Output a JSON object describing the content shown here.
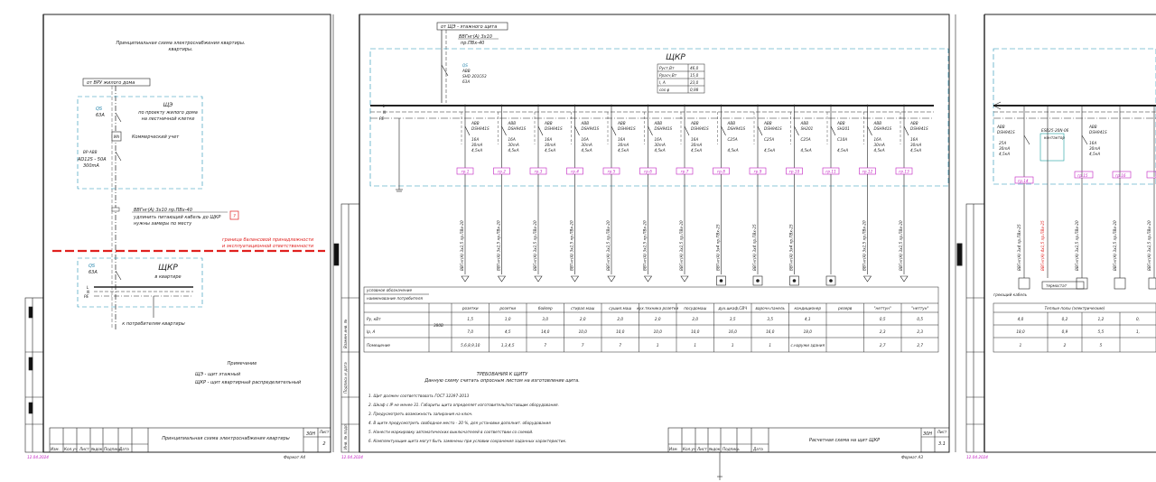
{
  "colors": {
    "line": "#222222",
    "dash_blue": "#1f8fb5",
    "magenta": "#c21fc2",
    "red": "#e0201e",
    "teal": "#1aa0a0"
  },
  "sheet1": {
    "title": "Принципиальная схема электроснабжения квартиры.",
    "from_label": "от ВРУ жилого дома",
    "qs1": "QS",
    "qs1_rating": "63А",
    "she_desc1": "по проекту жилого дома",
    "she_desc2": "на лестничной клетке",
    "she_title": "ЩЭ",
    "meter_label": "Wh",
    "meter_note": "Коммерческий учет",
    "rcd_brand": "ВР-АВВ",
    "rcd_model": "AD12S - 50А",
    "rcd_ma": "300mA",
    "cable": "ВВГнг(А)   3х10   пр.ПВх-40",
    "cable_note1": "удлинить питающий кабель до ЩКР",
    "cable_note2": "нужны замеры по месту",
    "question": "?",
    "boundary1": "граница балансовой принадлежности",
    "boundary2": "и эксплуатационной ответственности",
    "shkr_title": "ЩКР",
    "shkr_sub": "в квартире",
    "qs2": "QS",
    "qs2_rating": "63А",
    "bus_L": "L",
    "bus_N": "N",
    "bus_PE": "PE",
    "to_consumers": "к потребителям квартиры",
    "notes_title": "Примечание",
    "note1": "ЩЭ - щит этажный",
    "note2": "ЩКР - щит квартирный распределительный",
    "stamp_code": "30Н",
    "stamp_sheet_lbl": "Лист",
    "stamp_sheet": "2",
    "stamp_title": "Принципиальная схема электроснабжения квартиры",
    "stamp_cols": [
      "Изм.",
      "Кол.уч",
      "Лист",
      "№док.",
      "Подпись",
      "Дата"
    ],
    "format": "Формат А4",
    "date": "12.04.2024"
  },
  "sheet2": {
    "from_label": "от ЩЭ - этажного щита",
    "cable1": "ВВГнг(А)   3х10",
    "cable2": "пр.ПВх-40",
    "qs": "QS",
    "qs_brand": "АВВ",
    "qs_model": "SHD 201С63",
    "qs_rating": "63А",
    "shkr": "ЩКР",
    "params": [
      [
        "Руст,Вт",
        "46,0"
      ],
      [
        "Ррасч,Вт",
        "15,0"
      ],
      [
        "I, А",
        "23,0"
      ],
      [
        "cos φ",
        "0,98"
      ]
    ],
    "bus_L": "L",
    "bus_N": "N",
    "bus_PE": "PE",
    "groups": [
      "гр.1",
      "гр.2",
      "гр.3",
      "гр.4",
      "гр.5",
      "гр.6",
      "гр.7",
      "гр.8",
      "гр.9",
      "гр.10",
      "гр.11",
      "гр.12",
      "гр.13"
    ],
    "breakers": [
      [
        "АВВ",
        "DSH941S",
        "16А",
        "30mA",
        "4,5кА"
      ],
      [
        "АВВ",
        "DSH941S",
        "16А",
        "30mA",
        "4,5кА"
      ],
      [
        "АВВ",
        "DSH941S",
        "16А",
        "30mA",
        "4,5кА"
      ],
      [
        "АВВ",
        "DSH941S",
        "16А",
        "30mA",
        "4,5кА"
      ],
      [
        "АВВ",
        "DSH941S",
        "16А",
        "30mA",
        "4,5кА"
      ],
      [
        "АВВ",
        "DSH941S",
        "16А",
        "30mA",
        "4,5кА"
      ],
      [
        "АВВ",
        "DSH941S",
        "16А",
        "30mA",
        "4,5кА"
      ],
      [
        "АВВ",
        "DSH941S",
        "С25А",
        "",
        "4,5кА"
      ],
      [
        "АВВ",
        "DSH941S",
        "С25А",
        "",
        "4,5кА"
      ],
      [
        "АВВ",
        "SH201",
        "С25А",
        "",
        "4,5кА"
      ],
      [
        "АВВ",
        "SH201",
        "С10А",
        "",
        "4,5кА"
      ],
      [
        "АВВ",
        "DSH941S",
        "16А",
        "30mA",
        "4,5кА"
      ],
      [
        "АВВ",
        "DSH941S",
        "16А",
        "30mA",
        "4,5кА"
      ]
    ],
    "cables": [
      "ВВГнг(А) 3х2,5 пр.ПВх-20",
      "ВВГнг(А) 3х2,5 пр.ПВх-20",
      "ВВГнг(А) 3х2,5 пр.ПВх-20",
      "ВВГнг(А) 3х2,5 пр.ПВх-20",
      "ВВГнг(А) 3х2,5 пр.ПВх-20",
      "ВВГнг(А) 3х2,5 пр.ПВх-20",
      "ВВГнг(А) 3х2,5 пр.ПВх-20",
      "ВВГнг(А) 3х4 пр.ПВх-25",
      "ВВГнг(А) 3х4 пр.ПВх-25",
      "ВВГнг(А) 3х4 пр.ПВх-25",
      "",
      "ВВГнг(А) 3х2,5 пр.ПВх-20",
      "ВВГнг(А) 3х2,5 пр.ПВх-20"
    ],
    "table_hdr1": "условное обозначение",
    "table_hdr2": "наименование потребителя",
    "row_labels": [
      "Ру, кВт",
      "Iр, А",
      "Помещение"
    ],
    "voltage": "380В",
    "consumers": [
      "розетки",
      "розетки",
      "бойлер",
      "стирал.маш",
      "сушил.маш",
      "кух.техника розетки",
      "посудомаш",
      "дух.шкаф,СВЧ",
      "варочн.панель",
      "кондиционер",
      "резерв",
      "\"неттун\"",
      "\"неттун\""
    ],
    "power": [
      "1,5",
      "1,0",
      "3,0",
      "2,0",
      "2,0",
      "2,0",
      "2,0",
      "3,5",
      "3,5",
      "4,1",
      "",
      "0,5",
      "0,5"
    ],
    "current": [
      "7,0",
      "4,5",
      "14,0",
      "10,0",
      "10,0",
      "10,0",
      "10,0",
      "16,0",
      "16,0",
      "18,0",
      "",
      "2,3",
      "2,3"
    ],
    "rooms": [
      "5,6,8,9,10",
      "1,3,4,5",
      "7",
      "7",
      "7",
      "1",
      "1",
      "1",
      "1",
      "с.наружи здания",
      "",
      "2,7",
      "2,7"
    ],
    "req_title": "ТРЕБОВАНИЯ  К  ЩИТУ",
    "req_sub": "Данную схему считать опросным листом на изготовление щита.",
    "requirements": [
      "1.  Щит должен соответствовать  ГОСТ 32397-2013",
      "2.  Шкаф с IP не менее 31. Габариты щита определяет изготовитель/поставщик оборудования.",
      "3.  Предусмотреть возможность запирания  на ключ.",
      "4.  В щите предусмотреть свободное  место - 20 %, для установки дополнит. оборудования",
      "5.  Нанести маркировку автоматических выключателей в соответствии со схемой.",
      "6.  Комплектующие щита могут быть заменены при условии сохранения заданных характеристик."
    ],
    "stamp_code": "30Н",
    "stamp_sheet_lbl": "Лист",
    "stamp_sheet": "3.1",
    "stamp_title": "Расчетная схема  на щит ЩКР",
    "stamp_cols": [
      "Изм.",
      "Кол.уч",
      "Лист",
      "№док.",
      "Подпись",
      "Дата"
    ],
    "format": "Формат А3",
    "date": "12.04.2024"
  },
  "sheet3": {
    "breaker1": [
      "АВВ",
      "DSH941S",
      "25А",
      "30mA",
      "4,5кА"
    ],
    "contactor_model": "ESB25-20N-06",
    "contactor_label": "контактор",
    "breaker2": [
      "АВВ",
      "DSH941S",
      "16А",
      "30mA",
      "4,5кА"
    ],
    "groups": [
      "гр.14",
      "гр.15",
      "гр.16"
    ],
    "cables": [
      "ВВГнг(А) 3х4 пр.ПВх-25",
      "ВВГнг(А) 4х1,5 пр.ПВх-25",
      "ВВГнг(А) 3х2,5 пр.ПВх-20",
      "ВВГнг(А) 3х2,5 пр.ПВх-20",
      "ВВГнг(А) 3х2,5 пр.ПВх-20"
    ],
    "thermostat": "термостат",
    "heating_cable": "греющий кабель",
    "floor_title": "Теплые полы (электрические)",
    "row1": [
      "4,0",
      "0,2",
      "1,2",
      "0,"
    ],
    "row2": [
      "18,0",
      "0,9",
      "5,5",
      "1,"
    ],
    "row3": [
      "1",
      "2",
      "5",
      ""
    ],
    "date": "12.04.2024"
  },
  "side_stamp": [
    "Инв. № подл.",
    "Подпись и дата",
    "Взамен инв. №"
  ]
}
